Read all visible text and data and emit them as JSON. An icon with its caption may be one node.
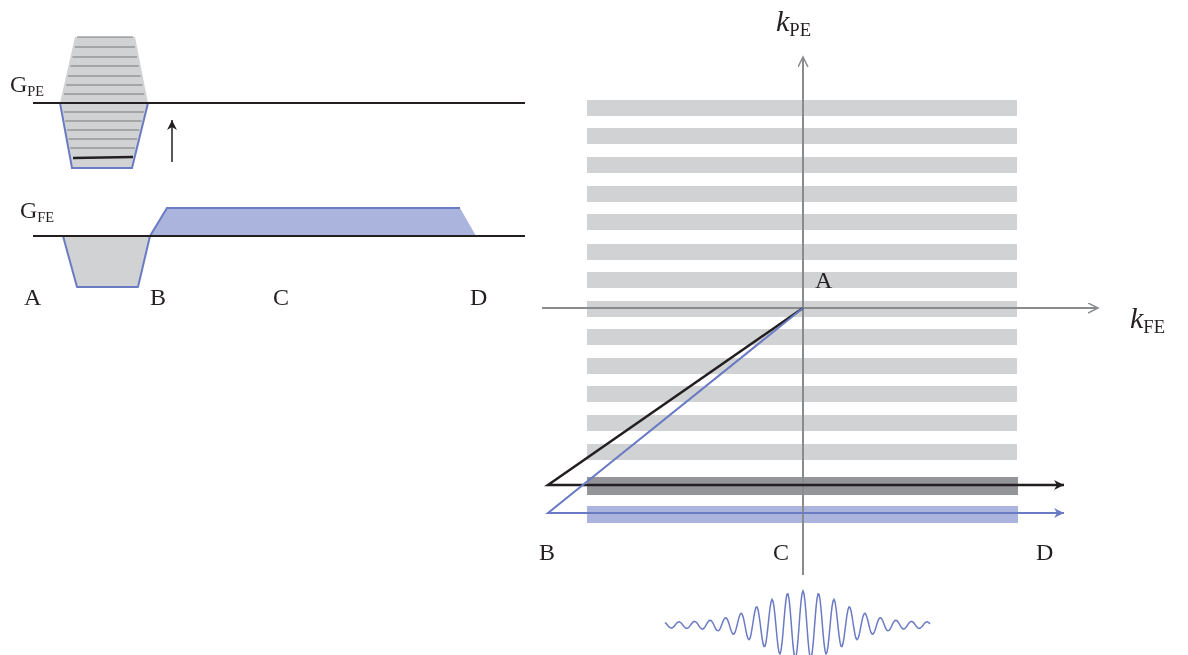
{
  "diagram": {
    "labels": [
      "G$_{PE}$",
      "G$_{FE}$",
      "A",
      "B",
      "C",
      "D",
      "*k*$_{PE}$",
      "*k*$_{FE}$",
      "A",
      "B",
      "C",
      "D"
    ]
  }
}
